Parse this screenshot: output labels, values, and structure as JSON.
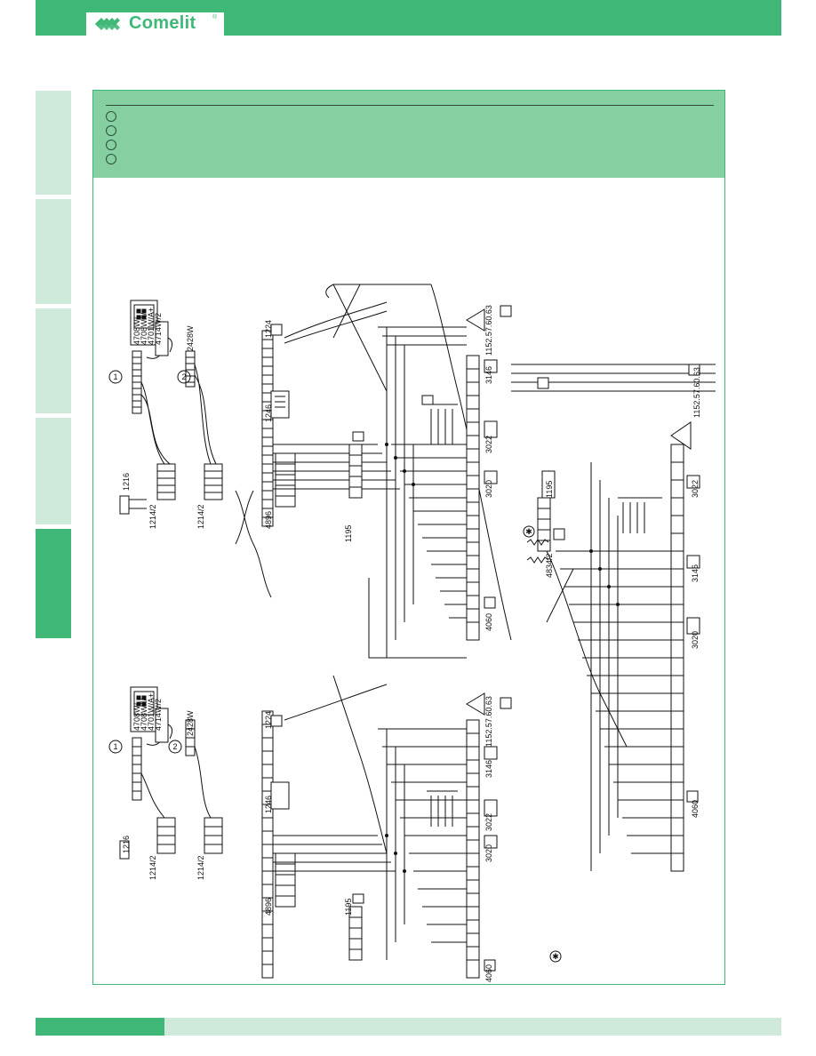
{
  "brand": {
    "name": "Comelit",
    "registered": "®",
    "color": "#3fb877"
  },
  "colors": {
    "header": "#3fb877",
    "panel_header": "#85cfa0",
    "side_tab": "#cfeadb"
  },
  "markers": {
    "one": "1",
    "two": "2",
    "asterisk": "✱"
  },
  "diagram": {
    "labels": {
      "l1216": "1216",
      "l1214": "1214/2",
      "l4896": "4896",
      "l1246": "1246",
      "l1224": "1224",
      "l1195": "1195",
      "l4060": "4060",
      "l3020": "3020",
      "l3022": "3022",
      "l3146": "3146",
      "l1152": "1152.57.60.63",
      "l4834": "4834/2",
      "l2428": "2428W",
      "l4708a": "4708W/",
      "l4708b": "4708W/I/",
      "l4708c": "4701W/A+",
      "l4708d": "4714W/2"
    }
  }
}
